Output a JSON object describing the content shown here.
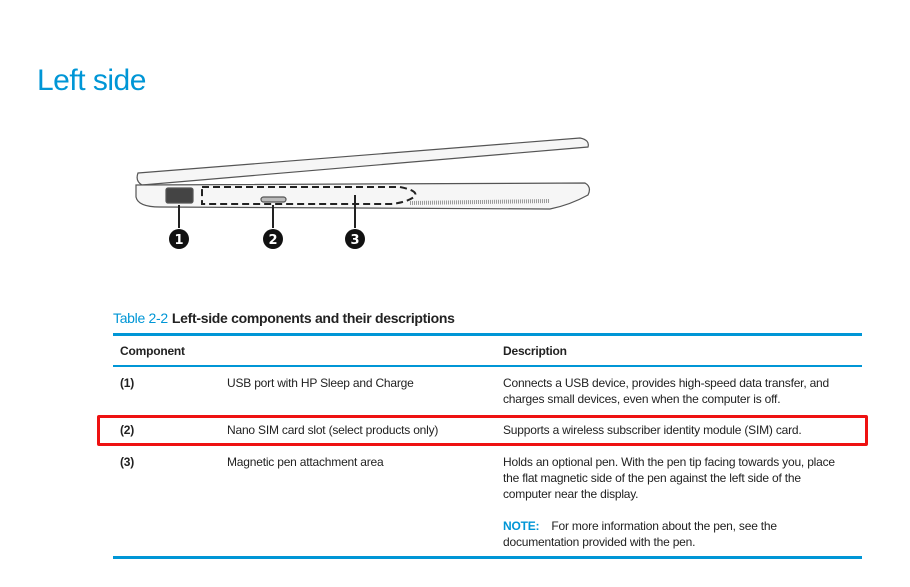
{
  "page": {
    "title": "Left side"
  },
  "figure": {
    "callouts": [
      "1",
      "2",
      "3"
    ]
  },
  "table": {
    "number": "Table 2-2",
    "caption": "Left-side components and their descriptions",
    "headers": {
      "component": "Component",
      "description": "Description"
    },
    "rows": [
      {
        "id": "(1)",
        "name": "USB port with HP Sleep and Charge",
        "description": [
          "Connects a USB device, provides high-speed data transfer, and",
          "charges small devices, even when the computer is off."
        ]
      },
      {
        "id": "(2)",
        "name": "Nano SIM card slot (select products only)",
        "description": [
          "Supports a wireless subscriber identity module (SIM) card."
        ]
      },
      {
        "id": "(3)",
        "name": "Magnetic pen attachment area",
        "description": [
          "Holds an optional pen. With the pen tip facing towards you, place",
          "the flat magnetic side of the pen against the left side of the",
          "computer near the display."
        ],
        "note_label": "NOTE:",
        "note": [
          "For more information about the pen, see the",
          "documentation provided with the pen."
        ]
      }
    ]
  },
  "colors": {
    "accent": "#0096d6",
    "highlight": "#ee1111"
  }
}
